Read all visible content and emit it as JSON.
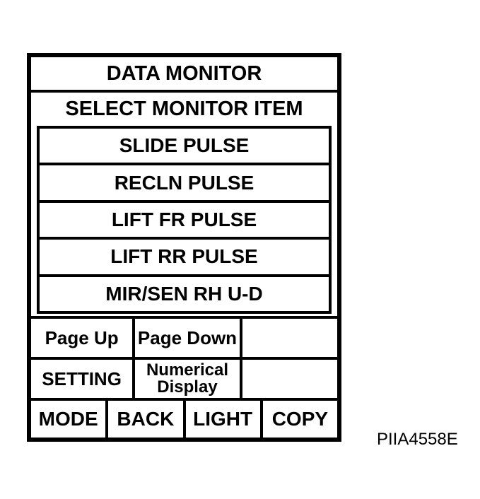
{
  "screen": {
    "title": "DATA MONITOR",
    "subtitle": "SELECT MONITOR ITEM",
    "monitor_items": [
      {
        "label": "SLIDE PULSE"
      },
      {
        "label": "RECLN PULSE"
      },
      {
        "label": "LIFT FR PULSE"
      },
      {
        "label": "LIFT RR PULSE"
      },
      {
        "label": "MIR/SEN RH U-D"
      }
    ],
    "page_row": {
      "page_up_label": "Page Up",
      "page_down_label": "Page Down",
      "blank_label": ""
    },
    "setting_row": {
      "setting_label": "SETTING",
      "numerical_display_lines": [
        "Numerical",
        "Display"
      ],
      "blank_label": ""
    },
    "bottom_keys": [
      {
        "label": "MODE"
      },
      {
        "label": "BACK"
      },
      {
        "label": "LIGHT"
      },
      {
        "label": "COPY"
      }
    ],
    "colors": {
      "border": "#000000",
      "background": "#ffffff",
      "text": "#000000"
    }
  },
  "figure": {
    "caption": "PIIA4558E"
  }
}
